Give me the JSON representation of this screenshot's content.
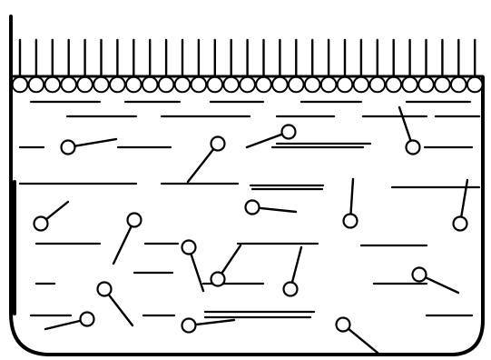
{
  "figure": {
    "description_type": "schematic",
    "colors": {
      "ink": "#000000",
      "background": "#ffffff"
    },
    "elements": {
      "container": "beaker-container",
      "surface_layer": "surfactant-monolayer",
      "bulk_molecules": "dissolved-surfactant-molecules",
      "liquid_lines": "liquid-texture-dashes"
    }
  }
}
